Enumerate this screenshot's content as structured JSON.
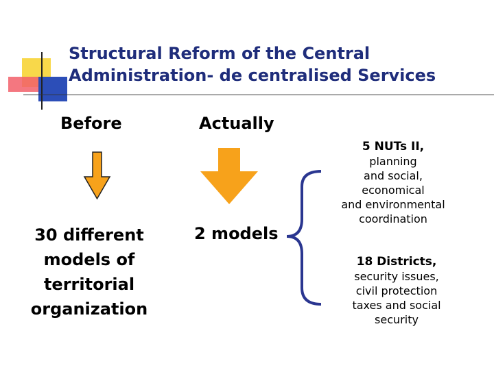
{
  "title": {
    "line1": "Structural Reform of the Central",
    "line2": "Administration- de centralised Services"
  },
  "columns": {
    "before": {
      "heading": "Before",
      "lines": [
        "30 different",
        "models of",
        "territorial",
        "organization"
      ]
    },
    "actually": {
      "heading": "Actually",
      "label": "2 models"
    }
  },
  "models": [
    {
      "lead": "5 NUTs II,",
      "lines": [
        "planning",
        "and social,",
        "economical",
        "and environmental",
        "coordination"
      ]
    },
    {
      "lead": "18 Districts,",
      "lines": [
        "security issues,",
        "civil protection",
        "taxes and social",
        "security"
      ]
    }
  ],
  "colors": {
    "title": "#1f2d7b",
    "arrow_fill": "#f7a21b",
    "brace": "#2a3690"
  }
}
